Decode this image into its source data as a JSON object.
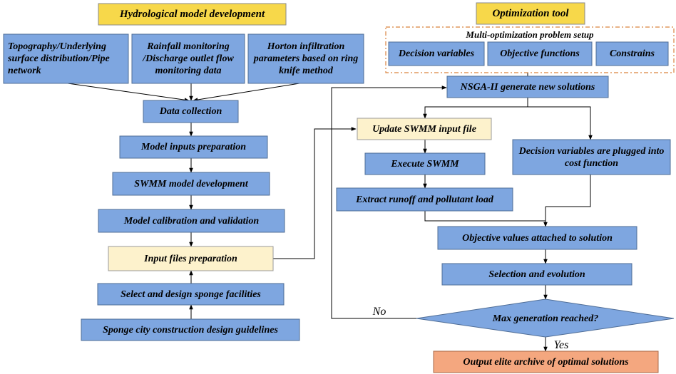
{
  "sections": {
    "left_title": "Hydrological model development",
    "right_title": "Optimization tool"
  },
  "inputs": [
    "Topography/Underlying surface distribution/Pipe network",
    "Rainfall monitoring /Discharge outlet flow monitoring data",
    "Horton infiltration parameters based on ring knife method"
  ],
  "left_flow": {
    "data_collection": "Data collection",
    "model_inputs": "Model inputs preparation",
    "swmm_development": "SWMM model development",
    "calibration": "Model calibration and validation",
    "input_files": "Input files preparation",
    "select_design": "Select and design sponge facilities",
    "guidelines": "Sponge city construction design guidelines"
  },
  "problem_setup": {
    "title": "Multi-optimization problem setup",
    "decision_variables": "Decision variables",
    "objective_functions": "Objective functions",
    "constraints": "Constrains"
  },
  "right_flow": {
    "nsga": "NSGA-II generate new solutions",
    "update_swmm": "Update SWMM input file",
    "execute_swmm": "Execute SWMM",
    "extract": "Extract runoff and pollutant load",
    "cost_function": "Decision variables are plugged into cost function",
    "objective_values": "Objective values attached to solution",
    "selection": "Selection and evolution",
    "max_generation": "Max generation reached?",
    "no_label": "No",
    "yes_label": "Yes",
    "output": "Output elite archive of optimal solutions"
  },
  "colors": {
    "process_fill": "#7ea6e0",
    "process_stroke": "#4f6d96",
    "title_fill": "#f7d84a",
    "input_fill": "#fdf2cc",
    "output_fill": "#f4a77f",
    "dashed_border": "#d9833f"
  }
}
